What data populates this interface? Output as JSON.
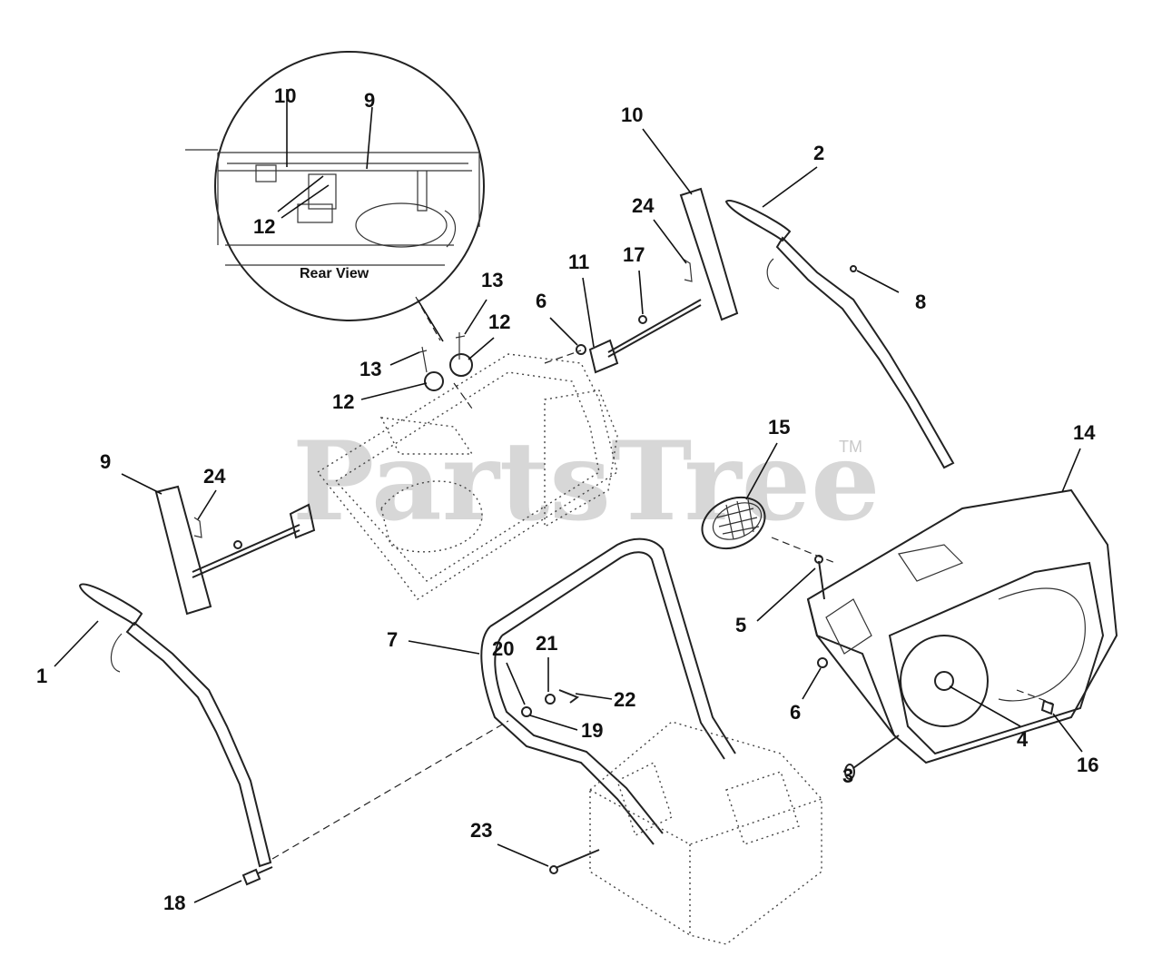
{
  "watermark": {
    "text": "PartsTree",
    "trademark": "TM"
  },
  "inset": {
    "caption": "Rear View"
  },
  "callouts": {
    "c1": "1",
    "c2": "2",
    "c3": "3",
    "c4": "4",
    "c5": "5",
    "c6a": "6",
    "c6b": "6",
    "c7": "7",
    "c8": "8",
    "c9a": "9",
    "c9b": "9",
    "c10a": "10",
    "c10b": "10",
    "c11": "11",
    "c12a": "12",
    "c12b": "12",
    "c12c": "12",
    "c13a": "13",
    "c13b": "13",
    "c14": "14",
    "c15": "15",
    "c16": "16",
    "c17": "17",
    "c18": "18",
    "c19": "19",
    "c20": "20",
    "c21": "21",
    "c22": "22",
    "c23": "23",
    "c24a": "24",
    "c24b": "24"
  }
}
